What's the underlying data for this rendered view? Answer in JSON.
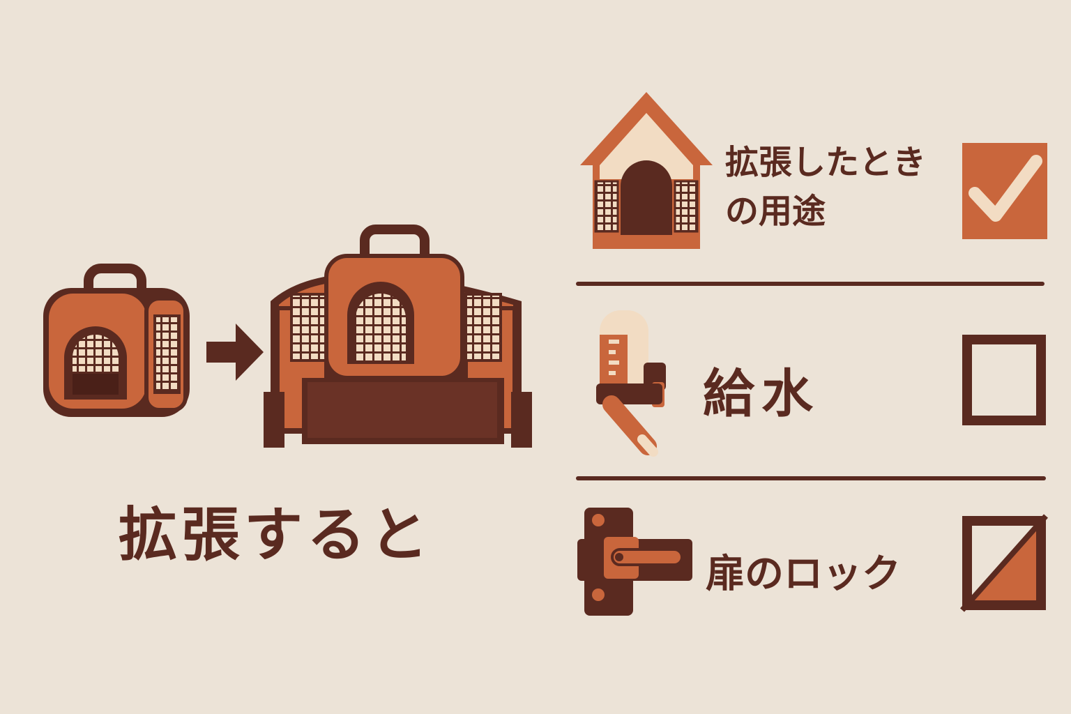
{
  "colors": {
    "dark_brown": "#5a2a20",
    "orange": "#c9663c",
    "cream": "#f2dcc3",
    "background": "#ece3d7"
  },
  "main_label": "拡張すると",
  "checklist": [
    {
      "icon": "dog-house-icon",
      "label": "拡張したときの用途",
      "state": "checked"
    },
    {
      "icon": "water-bottle-icon",
      "label": "給水",
      "state": "unchecked"
    },
    {
      "icon": "door-latch-icon",
      "label": "扉のロック",
      "state": "partial"
    }
  ],
  "illustration": {
    "before": "pet-carrier-icon",
    "arrow": "arrow-right-icon",
    "after": "expanded-carrier-icon"
  }
}
